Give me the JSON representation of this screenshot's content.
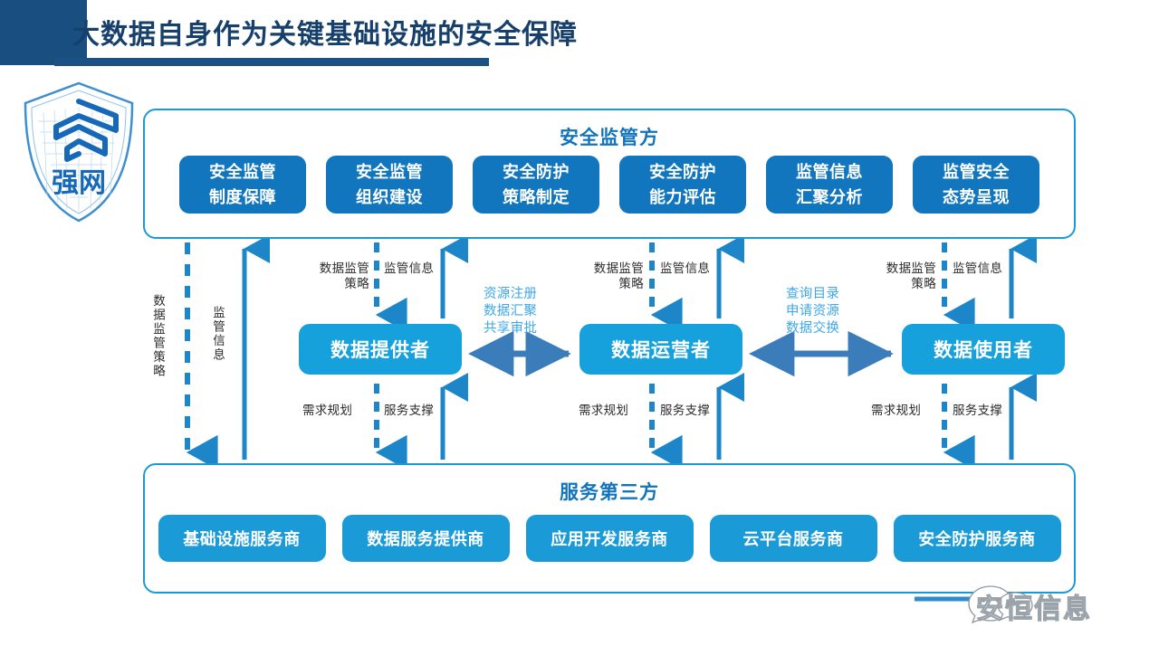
{
  "header": {
    "title": "大数据自身作为关键基础设施的安全保障",
    "block_color": "#184F80",
    "rule_color": "#1B5183"
  },
  "logo": {
    "name": "qiangwang-shield-logo",
    "text": "强网",
    "color": "#1668B8"
  },
  "colors": {
    "panel_border": "#1C9AD6",
    "panel_title": "#1274BC",
    "chip_top": "#1176BE",
    "chip_bottom": "#1A9BD7",
    "actor": "#17A1DC",
    "arrow_blue": "#1C86C8",
    "arrow_h": "#3B7DBA",
    "blue_label": "#3DA7E8"
  },
  "top_panel": {
    "title": "安全监管方",
    "chips": [
      {
        "line1": "安全监管",
        "line2": "制度保障"
      },
      {
        "line1": "安全监管",
        "line2": "组织建设"
      },
      {
        "line1": "安全防护",
        "line2": "策略制定"
      },
      {
        "line1": "安全防护",
        "line2": "能力评估"
      },
      {
        "line1": "监管信息",
        "line2": "汇聚分析"
      },
      {
        "line1": "监管安全",
        "line2": "态势呈现"
      }
    ]
  },
  "bottom_panel": {
    "title": "服务第三方",
    "chips": [
      {
        "label": "基础设施服务商"
      },
      {
        "label": "数据服务提供商"
      },
      {
        "label": "应用开发服务商"
      },
      {
        "label": "云平台服务商"
      },
      {
        "label": "安全防护服务商"
      }
    ]
  },
  "actors": {
    "provider": "数据提供者",
    "operator": "数据运营者",
    "user": "数据使用者"
  },
  "left_rail": {
    "down_label": "数据监管策略",
    "up_label": "监管信息"
  },
  "flows": {
    "down_policy": "数据监管\n策略",
    "down_policy_l1": "数据监管",
    "down_policy_l2": "策略",
    "up_info": "监管信息",
    "down_demand": "需求规划",
    "up_support": "服务支撑"
  },
  "interchange": {
    "left": {
      "l1": "资源注册",
      "l2": "数据汇聚",
      "l3": "共享审批"
    },
    "right": {
      "l1": "查询目录",
      "l2": "申请资源",
      "l3": "数据交换"
    }
  },
  "watermark": {
    "icon": "wechat-icon",
    "text": "安恒信息"
  }
}
